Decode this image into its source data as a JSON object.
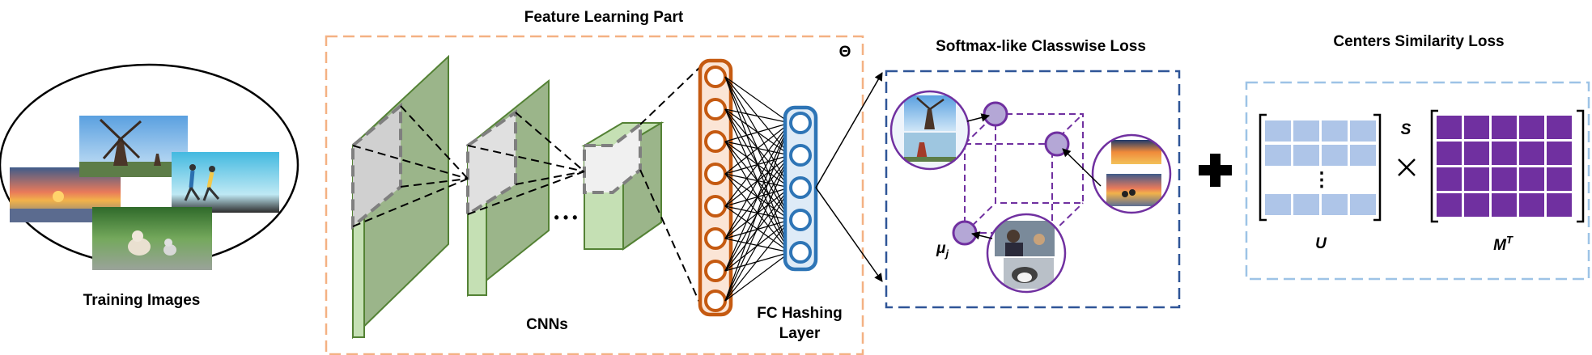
{
  "labels": {
    "feature_learning": "Feature Learning Part",
    "theta": "Θ",
    "training_images": "Training Images",
    "cnns": "CNNs",
    "fc_hashing_line1": "FC Hashing",
    "fc_hashing_line2": "Layer",
    "softmax_loss": "Softmax-like Classwise Loss",
    "centers_loss": "Centers Similarity Loss",
    "mu_j": "μ",
    "mu_sub": "j",
    "S": "S",
    "U": "U",
    "M": "M",
    "M_sup": "T",
    "ellipsis_h": "• • •",
    "ellipsis_v": "⋮"
  },
  "images": {
    "training": [
      "windmill-photo",
      "sunset-photo",
      "runners-photo",
      "dogs-photo"
    ],
    "cluster_left": [
      "windmill-photo",
      "windmill-photo-2"
    ],
    "cluster_right": [
      "sunset-photo",
      "sunset-photo-2"
    ],
    "cluster_bottom": [
      "person-dog-photo",
      "husky-photo"
    ]
  },
  "colors": {
    "feature_box": "#f4b183",
    "cnn_green": "#b7dba5",
    "cnn_dark": "#9bb58a",
    "fc_orange": "#c55a11",
    "fc_blue": "#2e75b6",
    "softmax_box": "#2f5597",
    "cube_purple": "#7030a0",
    "centers_box": "#9dc3e6",
    "U_cell": "#aec5e8",
    "M_cell": "#7030a0"
  }
}
